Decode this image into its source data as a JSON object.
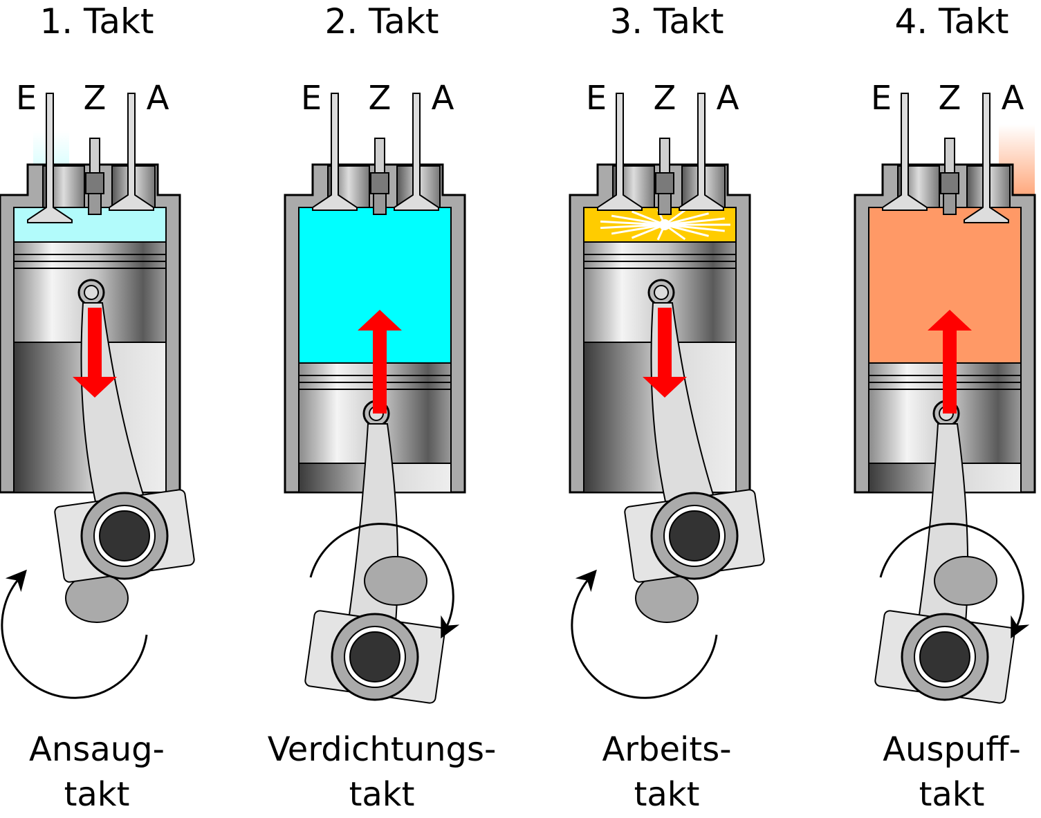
{
  "labels": {
    "intake": "E",
    "spark": "Z",
    "exhaust": "A"
  },
  "strokes": [
    {
      "title": "1. Takt",
      "name_line1": "Ansaug-",
      "name_line2": "takt",
      "gas_color": "#b2fbfb",
      "direction": "down",
      "rotation": "ccw",
      "intake_open": true,
      "exhaust_open": false,
      "ignition": false
    },
    {
      "title": "2. Takt",
      "name_line1": "Verdichtungs-",
      "name_line2": "takt",
      "gas_color": "#00ffff",
      "direction": "up",
      "rotation": "cw",
      "intake_open": false,
      "exhaust_open": false,
      "ignition": false
    },
    {
      "title": "3. Takt",
      "name_line1": "Arbeits-",
      "name_line2": "takt",
      "gas_color": "#ffcc00",
      "direction": "down",
      "rotation": "ccw",
      "intake_open": false,
      "exhaust_open": false,
      "ignition": true
    },
    {
      "title": "4. Takt",
      "name_line1": "Auspuff-",
      "name_line2": "takt",
      "gas_color": "#ff9966",
      "direction": "up",
      "rotation": "cw",
      "intake_open": false,
      "exhaust_open": true,
      "ignition": false
    }
  ],
  "colors": {
    "arrow": "#ff0000",
    "wall": "#aaaaaa",
    "crank_pin": "#333333"
  }
}
